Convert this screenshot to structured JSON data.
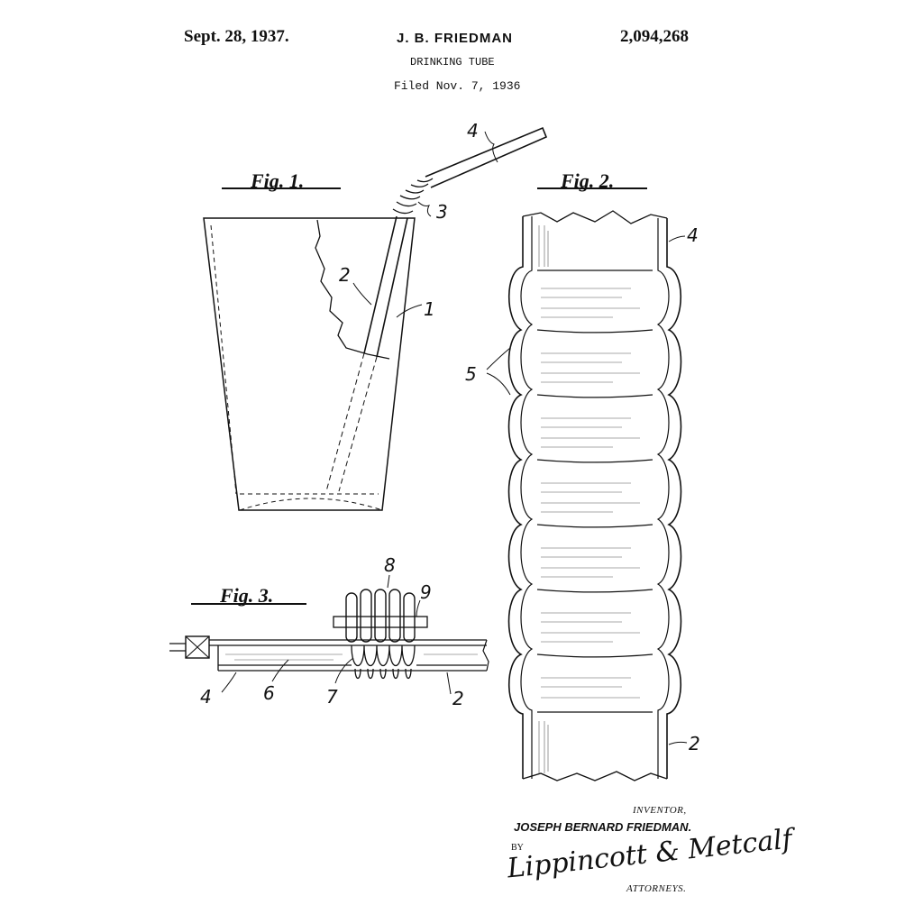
{
  "header": {
    "date": "Sept. 28, 1937.",
    "inventor_short": "J. B. FRIEDMAN",
    "patent_number": "2,094,268",
    "title": "DRINKING TUBE",
    "filed": "Filed Nov. 7, 1936"
  },
  "figures": {
    "fig1": {
      "label": "Fig. 1.",
      "refs": [
        "4",
        "3",
        "2",
        "1"
      ]
    },
    "fig2": {
      "label": "Fig. 2.",
      "refs": [
        "4",
        "5",
        "2"
      ]
    },
    "fig3": {
      "label": "Fig. 3.",
      "refs": [
        "8",
        "9",
        "4",
        "6",
        "7",
        "2"
      ]
    }
  },
  "footer": {
    "inventor_word": "INVENTOR,",
    "inventor_name": "JOSEPH BERNARD FRIEDMAN.",
    "by": "BY",
    "signature": "Lippincott & Metcalf",
    "attorneys": "ATTORNEYS."
  }
}
